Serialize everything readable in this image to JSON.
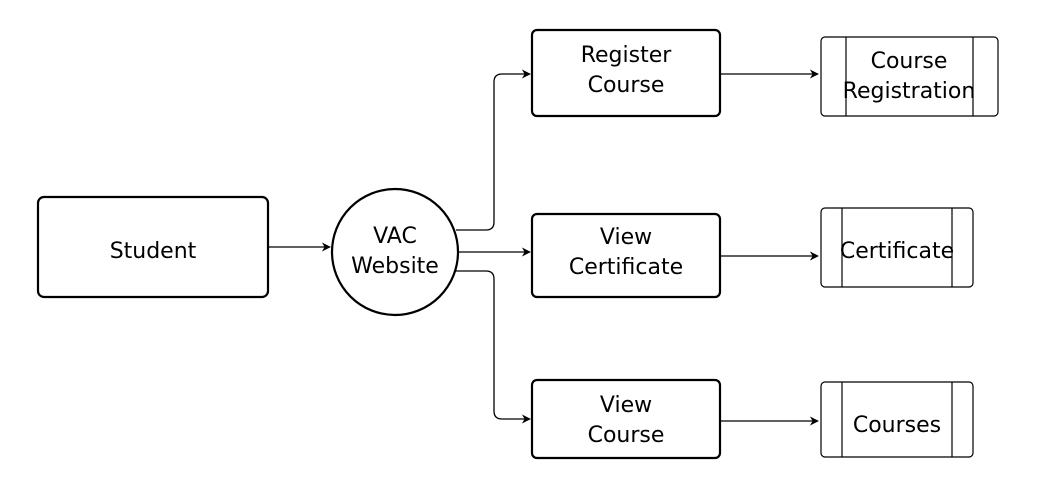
{
  "diagram": {
    "nodes": {
      "student": {
        "lines": [
          "Student"
        ]
      },
      "vac_website": {
        "lines": [
          "VAC",
          "Website"
        ]
      },
      "register_course": {
        "lines": [
          "Register",
          "Course"
        ]
      },
      "view_certificate": {
        "lines": [
          "View",
          "Certificate"
        ]
      },
      "view_course": {
        "lines": [
          "View",
          "Course"
        ]
      },
      "course_registration": {
        "lines": [
          "Course",
          "Registration"
        ]
      },
      "certificate": {
        "lines": [
          "Certificate"
        ]
      },
      "courses": {
        "lines": [
          "Courses"
        ]
      }
    },
    "edges": [
      {
        "from": "student",
        "to": "vac_website"
      },
      {
        "from": "vac_website",
        "to": "register_course"
      },
      {
        "from": "vac_website",
        "to": "view_certificate"
      },
      {
        "from": "vac_website",
        "to": "view_course"
      },
      {
        "from": "register_course",
        "to": "course_registration"
      },
      {
        "from": "view_certificate",
        "to": "certificate"
      },
      {
        "from": "view_course",
        "to": "courses"
      }
    ]
  }
}
